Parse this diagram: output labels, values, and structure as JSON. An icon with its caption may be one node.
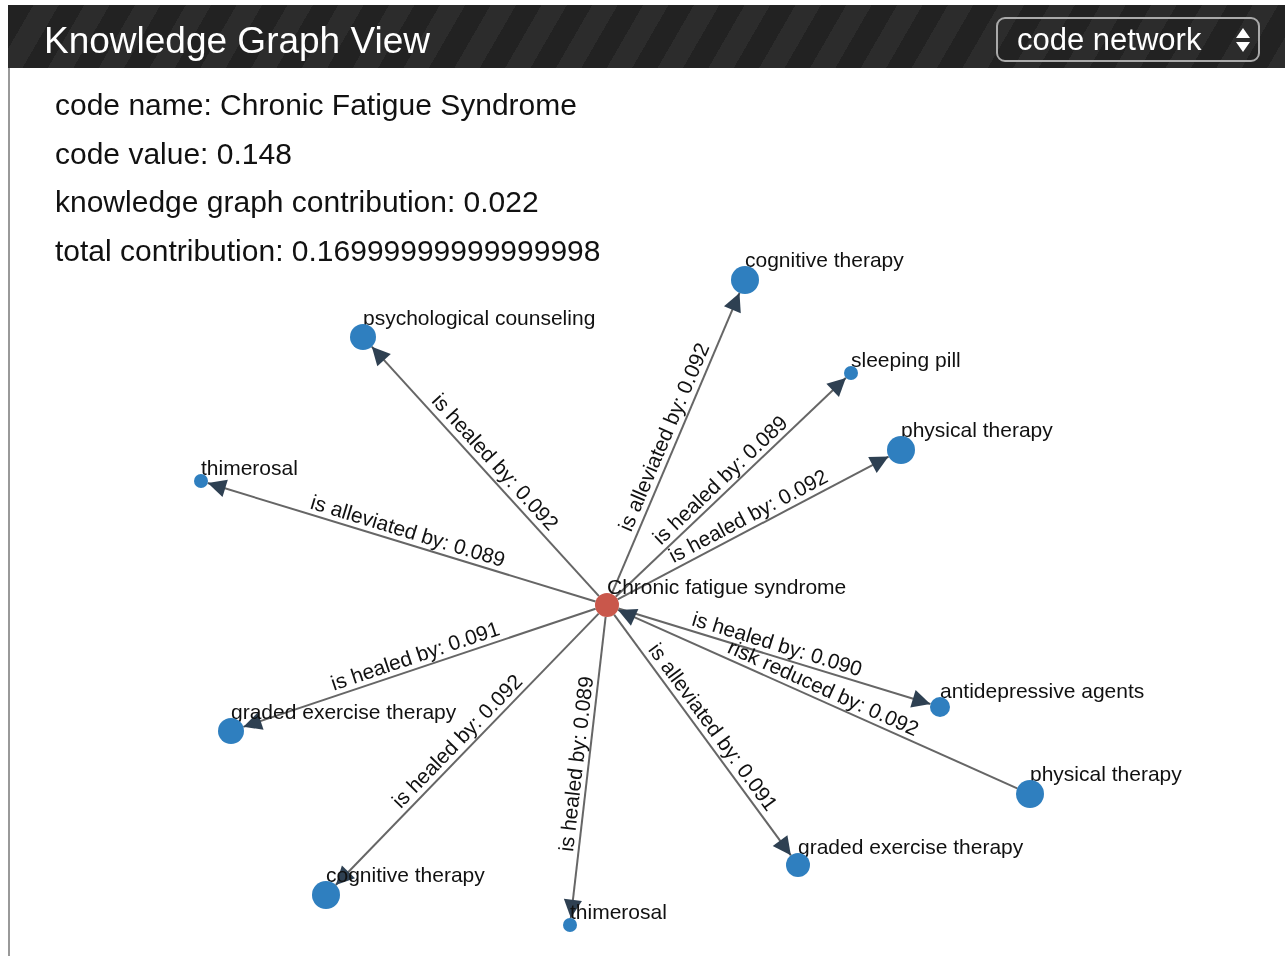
{
  "diagram": {
    "title": "Knowledge Graph View",
    "nodes": [
      {
        "text": [
          "Chronic fatigue syndrome"
        ]
      },
      {
        "text": [
          "cognitive therapy"
        ]
      },
      {
        "text": [
          "psychological counseling"
        ]
      },
      {
        "text": [
          "sleeping pill"
        ]
      },
      {
        "text": [
          "physical therapy"
        ]
      },
      {
        "text": [
          "thimerosal"
        ]
      },
      {
        "text": [
          "antidepressive agents"
        ]
      },
      {
        "text": [
          "graded exercise therapy"
        ]
      },
      {
        "text": [
          "physical therapy"
        ]
      },
      {
        "text": [
          "graded exercise therapy"
        ]
      },
      {
        "text": [
          "cognitive therapy"
        ]
      },
      {
        "text": [
          "thimerosal"
        ]
      }
    ],
    "edges": [
      {
        "from": 0,
        "to": 1,
        "arrow": "to",
        "label": "is alleviated by: 0.092"
      },
      {
        "from": 0,
        "to": 2,
        "arrow": "to",
        "label": "is healed by: 0.092"
      },
      {
        "from": 0,
        "to": 3,
        "arrow": "to",
        "label": "is healed by: 0.089"
      },
      {
        "from": 0,
        "to": 4,
        "arrow": "to",
        "label": "is healed by: 0.092"
      },
      {
        "from": 0,
        "to": 5,
        "arrow": "to",
        "label": "is alleviated by: 0.089"
      },
      {
        "from": 0,
        "to": 6,
        "arrow": "to",
        "label": "is healed by: 0.090"
      },
      {
        "from": 8,
        "to": 0,
        "arrow": "to",
        "label": "risk reduced by: 0.092"
      },
      {
        "from": 0,
        "to": 9,
        "arrow": "to",
        "label": "is alleviated by: 0.091"
      },
      {
        "from": 0,
        "to": 7,
        "arrow": "to",
        "label": "is healed by: 0.091"
      },
      {
        "from": 0,
        "to": 10,
        "arrow": "to",
        "label": "is healed by: 0.092"
      },
      {
        "from": 0,
        "to": 11,
        "arrow": "to",
        "label": "is healed by: 0.089"
      }
    ],
    "labels": [
      "code network",
      "code name: Chronic Fatigue Syndrome",
      "code value: 0.148",
      "knowledge graph contribution: 0.022",
      "total contribution: 0.16999999999999998"
    ]
  }
}
